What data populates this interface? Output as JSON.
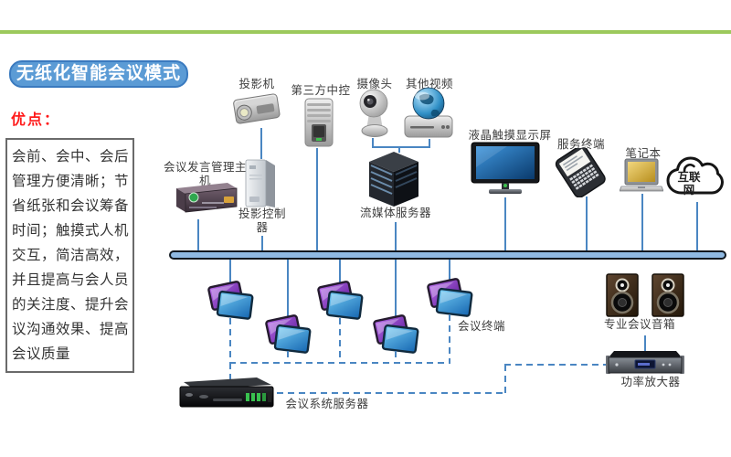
{
  "slide": {
    "badge_title": "无纸化智能会议模式",
    "advantages": {
      "heading": "优点：",
      "lines": [
        "会前、会中、会后",
        "管理方便清晰；节",
        "省纸张和会议筹备",
        "时间；触摸式人机",
        "交互，简洁高效，",
        "并且提高与会人员",
        "的关注度、提升会",
        "议沟通效果、提高",
        "会议质量"
      ]
    }
  },
  "labels": {
    "projector": "投影机",
    "central_control": "第三方中控",
    "camera": "摄像头",
    "other_video": "其他视频",
    "speech_host": "会议发言管理主机",
    "projection_controller": "投影控制器",
    "streaming_server": "流媒体服务器",
    "touch_display": "液晶触摸显示屏",
    "service_terminal": "服务终端",
    "laptop": "笔记本",
    "internet": "互联网",
    "conference_terminal": "会议终端",
    "speakers": "专业会议音箱",
    "amplifier": "功率放大器",
    "system_server": "会议系统服务器"
  },
  "colors": {
    "top_bar_green": "#9CC95C",
    "badge_blue": "#5B9BD5",
    "badge_border": "#3A7ABF",
    "heading_red": "#FF1A1A",
    "connector_blue": "#4A86C2",
    "bus_fill": "#8FB9E2",
    "bus_border": "#101820"
  }
}
